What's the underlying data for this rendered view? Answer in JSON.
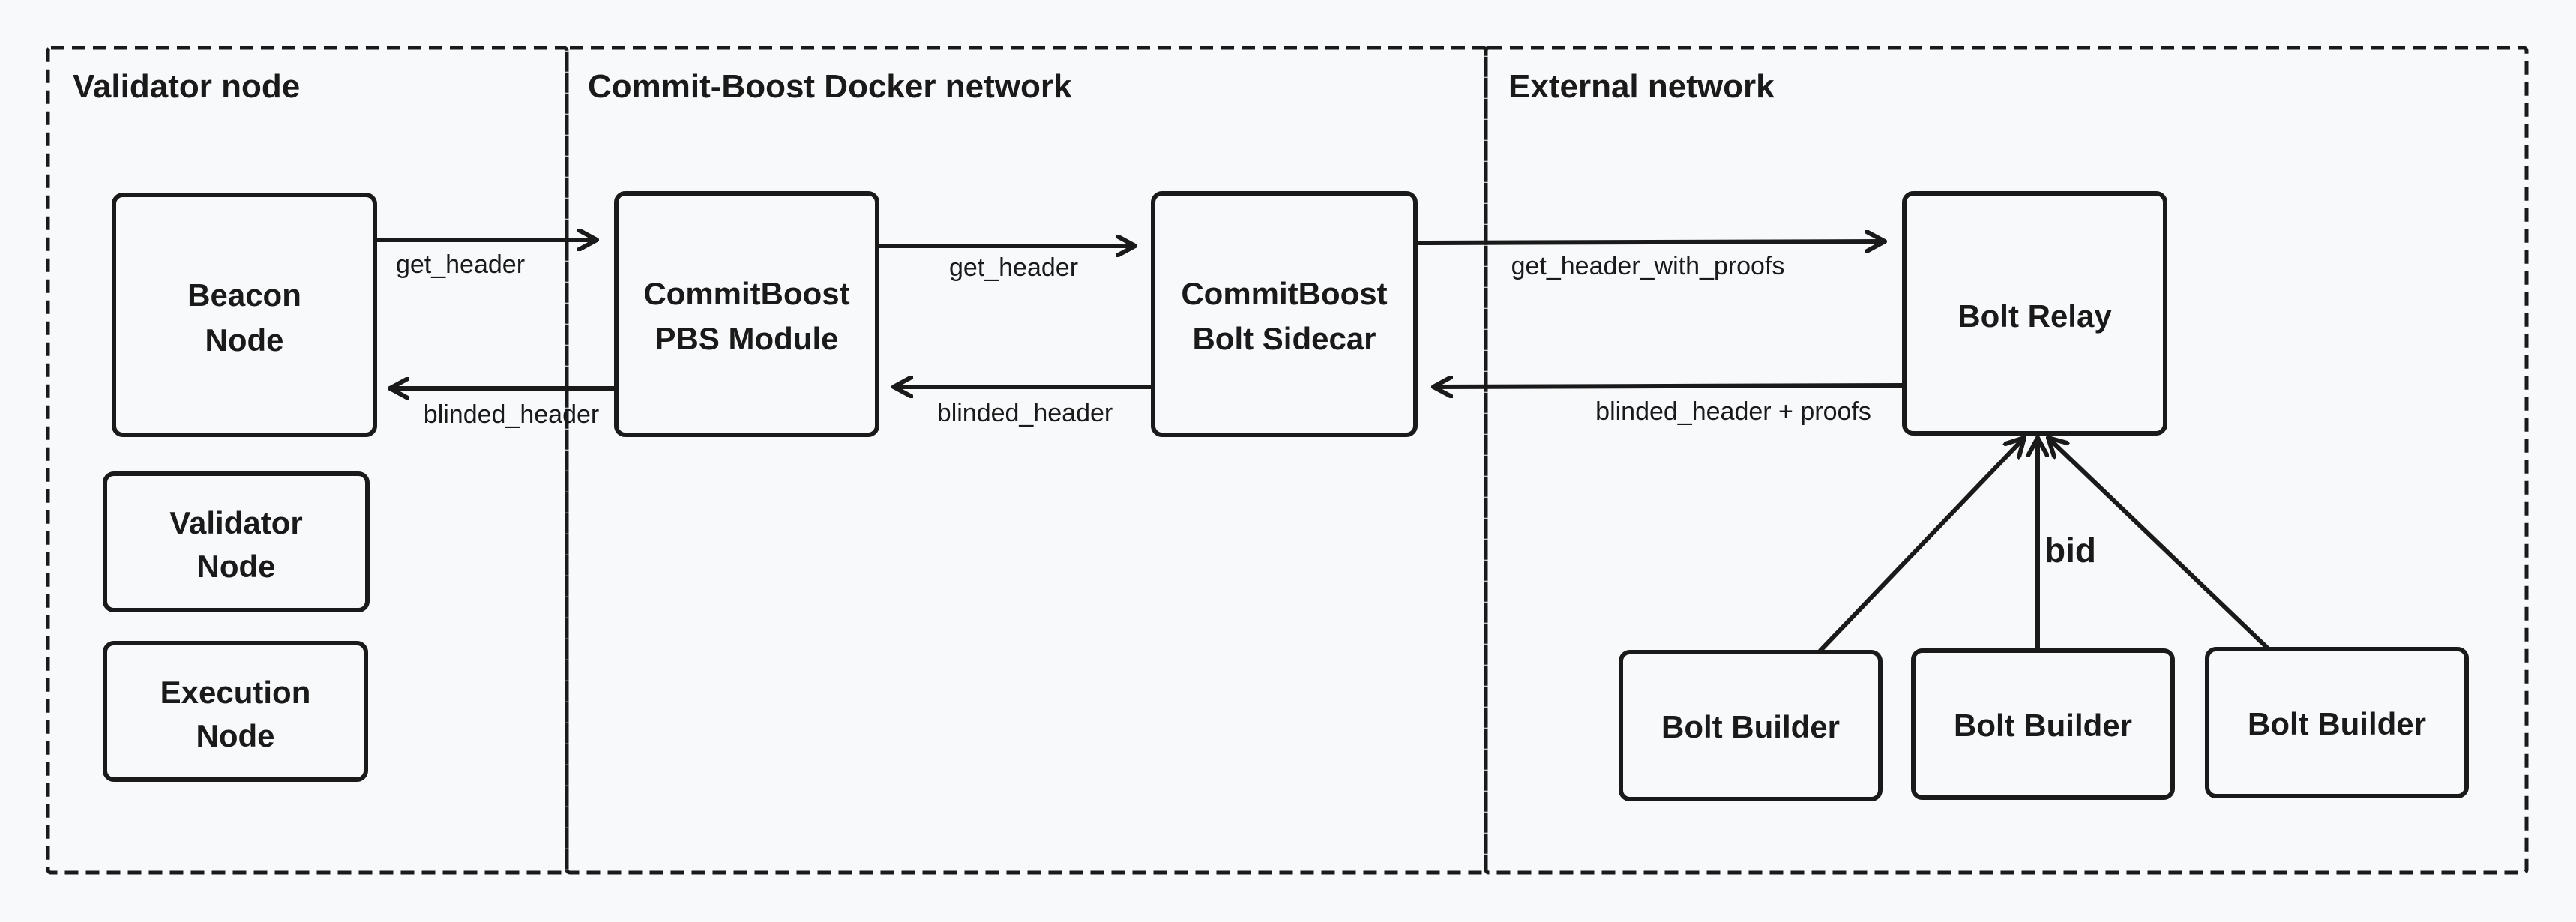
{
  "regions": {
    "validator": {
      "title": "Validator node"
    },
    "commitboost": {
      "title": "Commit-Boost Docker network"
    },
    "external": {
      "title": "External network"
    }
  },
  "nodes": {
    "beacon": {
      "line1": "Beacon",
      "line2": "Node"
    },
    "validator_node": {
      "line1": "Validator",
      "line2": "Node"
    },
    "execution": {
      "line1": "Execution",
      "line2": "Node"
    },
    "pbs": {
      "line1": "CommitBoost",
      "line2": "PBS Module"
    },
    "sidecar": {
      "line1": "CommitBoost",
      "line2": "Bolt Sidecar"
    },
    "relay": {
      "label": "Bolt Relay"
    },
    "builders": [
      {
        "label": "Bolt Builder"
      },
      {
        "label": "Bolt Builder"
      },
      {
        "label": "Bolt Builder"
      }
    ]
  },
  "edges": {
    "beacon_to_pbs": "get_header",
    "pbs_to_beacon": "blinded_header",
    "pbs_to_sidecar": "get_header",
    "sidecar_to_pbs": "blinded_header",
    "sidecar_to_relay": "get_header_with_proofs",
    "relay_to_sidecar": "blinded_header + proofs",
    "builders_to_relay": "bid"
  }
}
